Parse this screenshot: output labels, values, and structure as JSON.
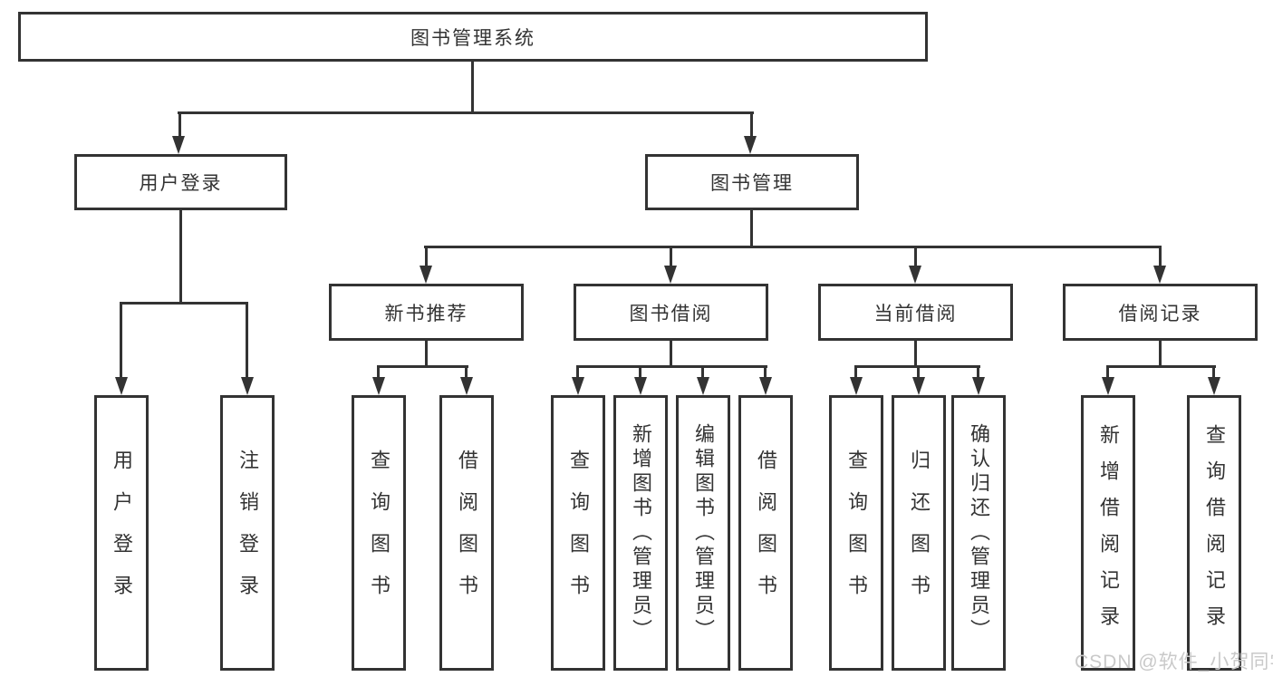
{
  "tree": {
    "root": {
      "label": "图书管理系统",
      "children": [
        {
          "label": "用户登录",
          "children": [
            {
              "label": "用户登录"
            },
            {
              "label": "注销登录"
            }
          ]
        },
        {
          "label": "图书管理",
          "children": [
            {
              "label": "新书推荐",
              "children": [
                {
                  "label": "查询图书"
                },
                {
                  "label": "借阅图书"
                }
              ]
            },
            {
              "label": "图书借阅",
              "children": [
                {
                  "label": "查询图书"
                },
                {
                  "label": "新增图书（管理员）"
                },
                {
                  "label": "编辑图书（管理员）"
                },
                {
                  "label": "借阅图书"
                }
              ]
            },
            {
              "label": "当前借阅",
              "children": [
                {
                  "label": "查询图书"
                },
                {
                  "label": "归还图书"
                },
                {
                  "label": "确认归还（管理员）"
                }
              ]
            },
            {
              "label": "借阅记录",
              "children": [
                {
                  "label": "新增借阅记录"
                },
                {
                  "label": "查询借阅记录"
                }
              ]
            }
          ]
        }
      ]
    }
  },
  "watermark": {
    "text": "CSDN @软件_小贺同学"
  },
  "colors": {
    "line": "#333333",
    "text": "#333333",
    "background": "#ffffff",
    "watermark": "#c9c9c9"
  }
}
